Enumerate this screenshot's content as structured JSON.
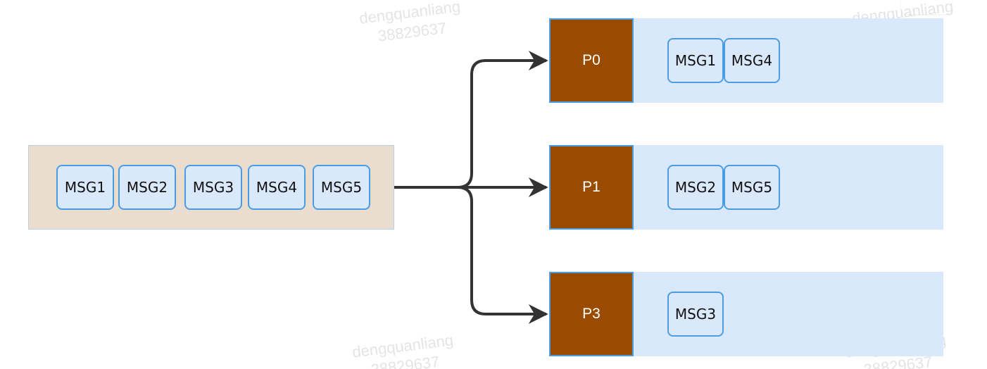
{
  "watermarks": [
    {
      "line1": "dengquanliang",
      "line2": "38829637"
    }
  ],
  "source_queue": {
    "messages": [
      "MSG1",
      "MSG2",
      "MSG3",
      "MSG4",
      "MSG5"
    ]
  },
  "partitions": [
    {
      "label": "P0",
      "messages": [
        "MSG1",
        "MSG4"
      ]
    },
    {
      "label": "P1",
      "messages": [
        "MSG2",
        "MSG5"
      ]
    },
    {
      "label": "P3",
      "messages": [
        "MSG3"
      ]
    }
  ],
  "colors": {
    "queue_bg": "#eadccf",
    "msg_bg": "#dae8fc",
    "msg_border": "#4a9de3",
    "partition_bg": "#994c00",
    "lane_bg": "#dae8fc",
    "arrow": "#333333"
  }
}
